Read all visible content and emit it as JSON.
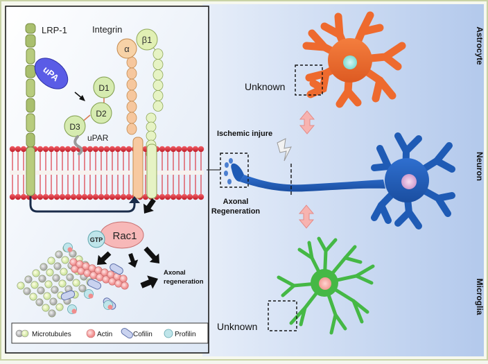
{
  "left_panel": {
    "receptors": {
      "lrp1": "LRP-1",
      "integrin": "Integrin",
      "alpha": "α",
      "beta1": "β1",
      "upa": "uPA",
      "d1": "D1",
      "d2": "D2",
      "d3": "D3",
      "upar": "uPAR"
    },
    "signaling": {
      "gtp": "GTP",
      "rac1": "Rac1",
      "outcome_line1": "Axonal",
      "outcome_line2": "regeneration"
    },
    "legend": [
      {
        "label": "Microtubules",
        "symbol": "microtubule"
      },
      {
        "label": "Actin",
        "symbol": "actin"
      },
      {
        "label": "Cofilin",
        "symbol": "cofilin"
      },
      {
        "label": "Profilin",
        "symbol": "profilin"
      }
    ]
  },
  "right_panel": {
    "cells": {
      "astrocyte": "Astrocyte",
      "neuron": "Neuron",
      "microglia": "Microglia"
    },
    "annotations": {
      "astrocyte_unknown": "Unknown",
      "microglia_unknown": "Unknown",
      "ischemic_injury": "Ischemic injure",
      "axonal_line1": "Axonal",
      "axonal_line2": "Regeneration"
    }
  },
  "colors": {
    "astrocyte": "#ee6a2e",
    "neuron": "#1f5bb5",
    "microglia": "#45b845",
    "membrane": "#d92834",
    "upa": "#5a5ce6",
    "rac1": "#f7b8b8",
    "right_background": "#bcd1ee"
  }
}
